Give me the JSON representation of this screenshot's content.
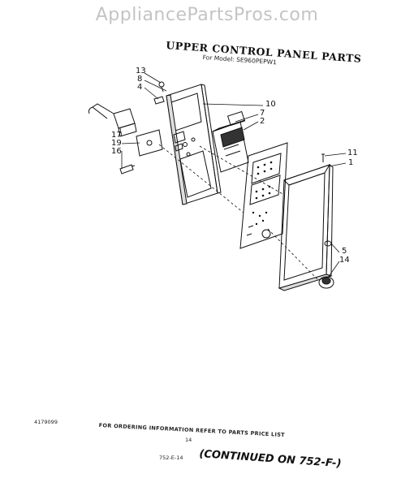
{
  "watermark": "AppliancePartsPros.com",
  "title": "UPPER CONTROL PANEL PARTS",
  "model_line": "For Model: SE960PEPW1",
  "callouts": {
    "c13": "13",
    "c8": "8",
    "c4": "4",
    "c10": "10",
    "c7": "7",
    "c2": "2",
    "c17": "17",
    "c19": "19",
    "c16": "16",
    "c11": "11",
    "c1": "1",
    "c5": "5",
    "c14": "14"
  },
  "footer": {
    "doc_number": "4179099",
    "ordering_note": "FOR ORDERING INFORMATION REFER TO PARTS PRICE LIST",
    "page_number": "14",
    "page_code": "752-E-14",
    "continued": "(CONTINUED ON 752-F-)"
  }
}
